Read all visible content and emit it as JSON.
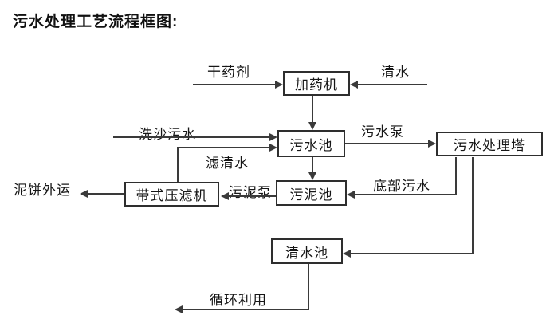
{
  "title": "污水处理工艺流程框图:",
  "diagram": {
    "type": "flowchart",
    "nodes": {
      "dosing_machine": {
        "label": "加药机"
      },
      "sewage_pool": {
        "label": "污水池"
      },
      "treatment_tower": {
        "label": "污水处理塔"
      },
      "sludge_pool": {
        "label": "污泥池"
      },
      "belt_filter_press": {
        "label": "带式压滤机"
      },
      "clean_water_pool": {
        "label": "清水池"
      }
    },
    "flow_labels": {
      "dry_agent": "干药剂",
      "clean_water": "清水",
      "sand_washing_sewage": "洗沙污水",
      "filtered_water": "滤清水",
      "sewage_pump": "污水泵",
      "sludge_pump": "污泥泵",
      "bottom_sewage": "底部污水",
      "mud_cake_outbound": "泥饼外运",
      "recycling": "循环利用"
    },
    "edges": [
      {
        "from": "干药剂(外部)",
        "to": "加药机",
        "label": "干药剂"
      },
      {
        "from": "清水(外部)",
        "to": "加药机",
        "label": "清水"
      },
      {
        "from": "加药机",
        "to": "污水池",
        "label": ""
      },
      {
        "from": "洗沙污水(外部)",
        "to": "污水池",
        "label": "洗沙污水"
      },
      {
        "from": "带式压滤机",
        "to": "污水池",
        "label": "滤清水"
      },
      {
        "from": "污水池",
        "to": "污水处理塔",
        "label": "污水泵"
      },
      {
        "from": "污水池",
        "to": "污泥池",
        "label": ""
      },
      {
        "from": "污水处理塔",
        "to": "污泥池",
        "label": "底部污水"
      },
      {
        "from": "污泥池",
        "to": "带式压滤机",
        "label": "污泥泵"
      },
      {
        "from": "带式压滤机",
        "to": "泥饼外运",
        "label": "泥饼外运"
      },
      {
        "from": "污水处理塔",
        "to": "清水池",
        "label": ""
      },
      {
        "from": "清水池",
        "to": "循环利用",
        "label": "循环利用"
      }
    ],
    "colors": {
      "line": "#3a3a3a",
      "box_border": "#2e2e2e",
      "text": "#161616",
      "background": "#ffffff"
    }
  }
}
